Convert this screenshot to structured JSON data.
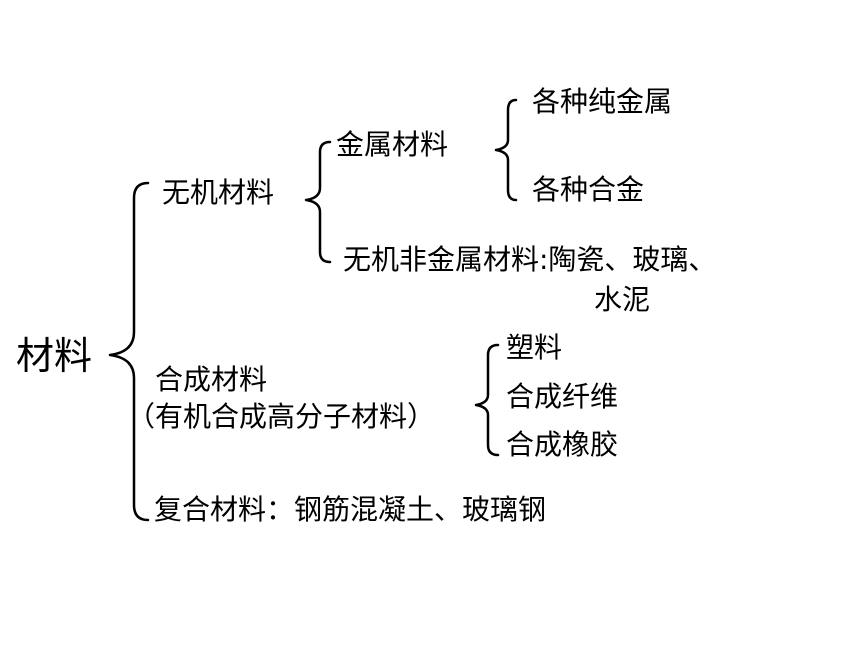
{
  "root": "材料",
  "inorganic": {
    "label": "无机材料",
    "metal": {
      "label": "金属材料",
      "items": [
        "各种纯金属",
        "各种合金"
      ]
    },
    "nonmetal": {
      "label": "无机非金属材料:陶瓷、玻璃、",
      "label_cont": "水泥"
    }
  },
  "synthetic": {
    "label": "合成材料",
    "sublabel": "（有机合成高分子材料）",
    "items": [
      "塑料",
      "合成纤维",
      "合成橡胶"
    ]
  },
  "composite": {
    "label": "复合材料：钢筋混凝土、玻璃钢"
  },
  "colors": {
    "text": "#000000",
    "background": "#ffffff"
  }
}
